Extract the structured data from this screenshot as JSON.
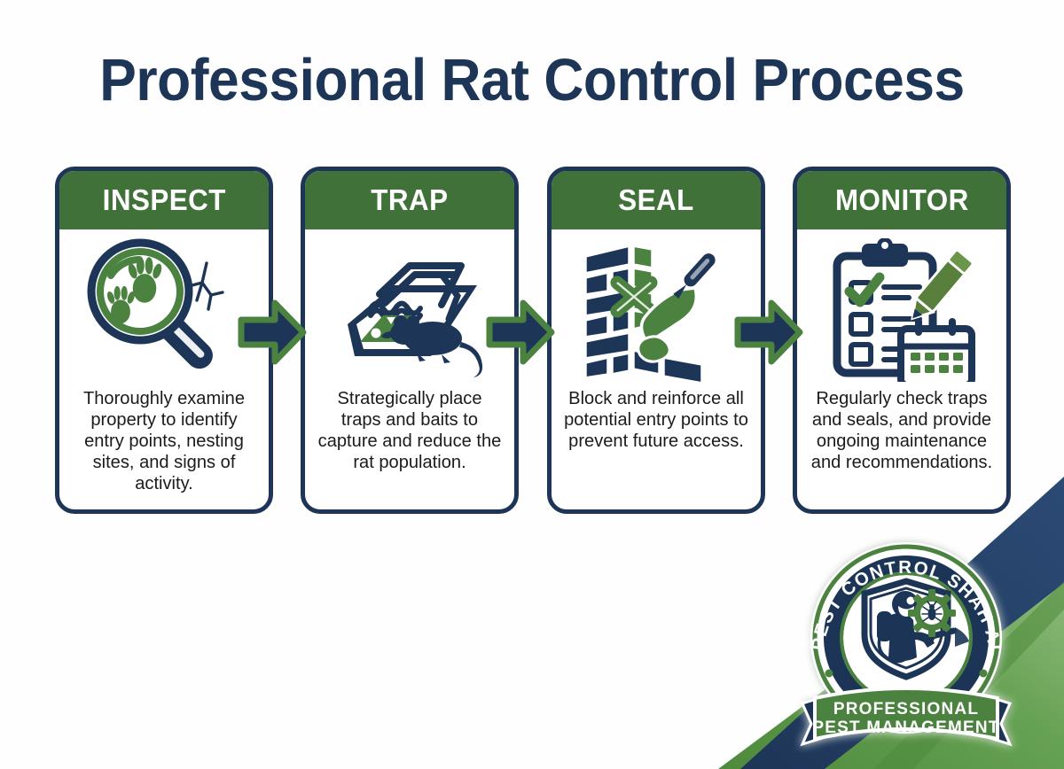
{
  "header": {
    "title": "Professional Rat Control Process"
  },
  "colors": {
    "navy": "#1d3557",
    "navy_dark": "#1a2f4e",
    "green": "#3f7138",
    "green_light": "#4f8a3f",
    "green_bright": "#57913f",
    "white": "#ffffff",
    "text": "#1b1b1b",
    "background": "#fefefe"
  },
  "steps": [
    {
      "label": "INSPECT",
      "icon": "magnifying-glass-pawprints-icon",
      "description": "Thoroughly examine property to identify entry points, nesting sites, and signs of activity."
    },
    {
      "label": "TRAP",
      "icon": "mousetrap-cheese-rat-icon",
      "description": "Strategically place traps and baits to capture and reduce the rat population."
    },
    {
      "label": "SEAL",
      "icon": "brick-wall-trowel-icon",
      "description": "Block and reinforce all potential entry points to prevent future access."
    },
    {
      "label": "MONITOR",
      "icon": "clipboard-checklist-calendar-icon",
      "description": "Regularly check traps and seals, and provide ongoing maintenance and recommendations."
    }
  ],
  "connectors": [
    {
      "icon": "arrow-right-icon"
    },
    {
      "icon": "arrow-right-icon"
    },
    {
      "icon": "arrow-right-icon"
    }
  ],
  "badge": {
    "arc_text": "MR PEST CONTROL SHAH ALAM",
    "ribbon_line1": "PROFESSIONAL",
    "ribbon_line2": "PEST MANAGEMENT",
    "shield_icon": "exterminator-sprayer-shield-icon",
    "gear_icon": "gear-bug-icon"
  }
}
